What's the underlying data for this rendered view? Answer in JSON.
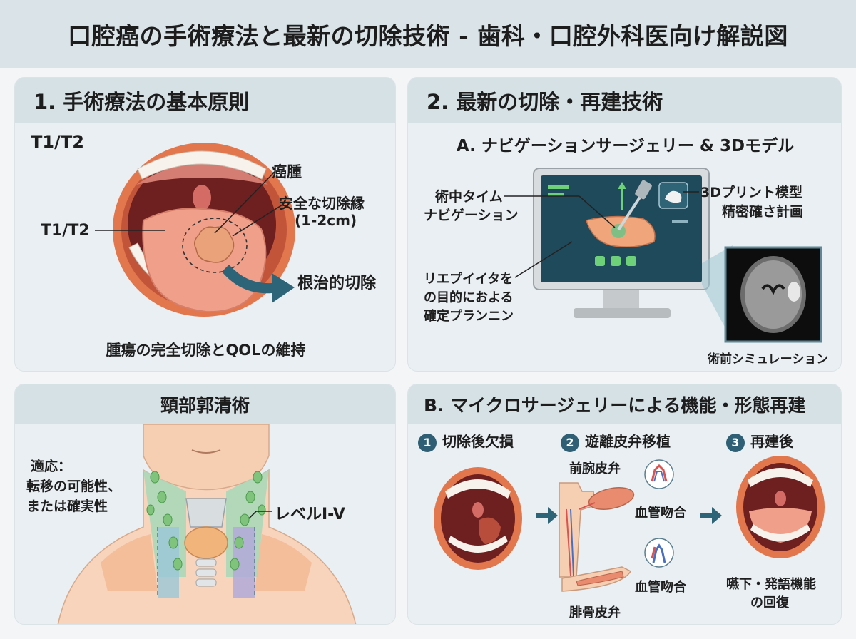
{
  "title": "口腔癌の手術療法と最新の切除技術 - 歯科・口腔外科医向け解説図",
  "panel1": {
    "heading": "1. 手術療法の基本原則",
    "stage": "T1/T2",
    "side_label": "T1/T2",
    "tumor": "癌腫",
    "margin_line1": "安全な切除縁",
    "margin_line2": "(1-2cm)",
    "resection": "根治的切除",
    "caption": "腫瘍の完全切除とQOLの維持"
  },
  "panel2": {
    "heading": "2. 最新の切除・再建技術",
    "sub": "A. ナビゲーションサージェリー & 3Dモデル",
    "nav_line1": "術中タイム",
    "nav_line2": "ナビゲーション",
    "plan_line1": "リエプイイタを",
    "plan_line2": "の目的におよる",
    "plan_line3": "確定プランニン",
    "print_line1": "3Dプリント模型",
    "print_line2": "精密確さ計画",
    "sim": "術前シミュレーション"
  },
  "panel3": {
    "heading": "頸部郭清術",
    "ind_line1": "適応：",
    "ind_line2": "転移の可能性、",
    "ind_line3": "または確実性",
    "level": "レベルI-V"
  },
  "panel4": {
    "heading": "B. マイクロサージェリーによる機能・形態再建",
    "steps": [
      {
        "num": "1",
        "label": "切除後欠損"
      },
      {
        "num": "2",
        "label": "遊離皮弁移植"
      },
      {
        "num": "3",
        "label": "再建後"
      }
    ],
    "forearm": "前腕皮弁",
    "anast1": "血管吻合",
    "anast2": "血管吻合",
    "fibula": "腓骨皮弁",
    "result_line1": "嚥下・発語機能",
    "result_line2": "の回復"
  },
  "colors": {
    "banner": "#d9e3e8",
    "panel": "#e9eff2",
    "panel_head": "#d6e1e6",
    "lip": "#e2764c",
    "tongue": "#f0a08a",
    "tumor": "#e9a27a",
    "arrow": "#2e6478",
    "lymph_node": "#7fc37d"
  }
}
